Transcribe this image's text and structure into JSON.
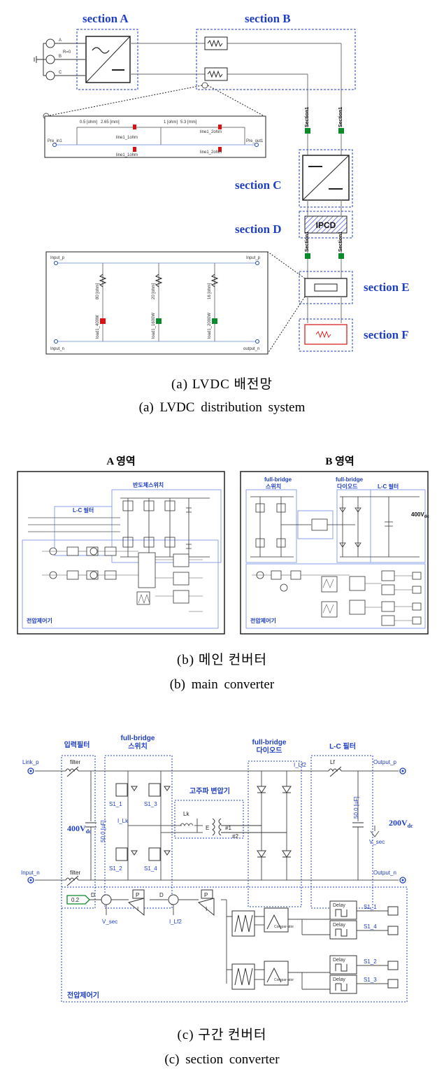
{
  "figure_a": {
    "sections": {
      "a": "section A",
      "b": "section B",
      "c": "section C",
      "d": "section D",
      "e": "section E",
      "f": "section F"
    },
    "phase_labels": [
      "A",
      "B",
      "C"
    ],
    "r0": "R=0",
    "ipcd": "IPCD",
    "section_tag": "Section1",
    "line_detail": {
      "params_1": "0.5 [ohm]",
      "params_2": "2.65 [mm]",
      "params_3": "1 [ohm]",
      "params_4": "5.3 [mm]",
      "tag_1": "line1_1ohm",
      "tag_2": "line1_2ohm",
      "tag_3": "line1_1ohm",
      "tag_4": "line1_2ohm",
      "port_in": "Pre_in1",
      "port_out": "Pre_out1"
    },
    "load_detail": {
      "input_p_left": "Input_p",
      "input_p_right": "Input_p",
      "input_n": "Input_n",
      "output_n": "output_n",
      "r1": "80 [ohm]",
      "r2": "20 [ohm]",
      "r3": "16 [ohm]",
      "l1": "load1_400W",
      "l2": "load1_1600W",
      "l3": "load1_2000W"
    },
    "caption_ko": "(a) LVDC 배전망",
    "caption_en": "(a) LVDC distribution system"
  },
  "figure_b": {
    "title_a": "A 영역",
    "title_b": "B 영역",
    "lc_filter": "L-C 필터",
    "semiconductor_switch": "반도체스위치",
    "voltage_controller": "전압제어기",
    "full_bridge_switch_1": "full-bridge",
    "full_bridge_switch_2": "스위치",
    "full_bridge_diode_1": "full-bridge",
    "full_bridge_diode_2": "다이오드",
    "voltage_b": "400V",
    "voltage_b_sub": "dc",
    "caption_ko": "(b) 메인 컨버터",
    "caption_en": "(b) main converter"
  },
  "figure_c": {
    "input_filter": "입력필터",
    "fb_switch_1": "full-bridge",
    "fb_switch_2": "스위치",
    "hf_transformer": "고주파 변압기",
    "fb_diode_1": "full-bridge",
    "fb_diode_2": "다이오드",
    "lc_filter": "L-C 필터",
    "link_p": "Link_p",
    "input_n": "Input_n",
    "output_p": "Output_p",
    "output_n": "Output_n",
    "filter_top": "filter",
    "filter_bot": "filter",
    "v400": "400V",
    "v400_sub": "dc",
    "v200": "200V",
    "v200_sub": "dc",
    "cap1": "50.0 [uF]",
    "cap2": "50.0 [uF]",
    "lk": "Lk",
    "lf": "Lf",
    "i_lk": "I_Lk",
    "i_lf2": "I_Lf2",
    "e": "E",
    "n1": "#1",
    "n2": "#2",
    "v_sec": "V_sec",
    "s1_1": "S1_1",
    "s1_2": "S1_2",
    "s1_3": "S1_3",
    "s1_4": "S1_4",
    "ref": "0.2",
    "v_sec_fb": "V_sec",
    "i_lf2_fb": "I_Lf2",
    "p": "P",
    "i": "I",
    "d": "D",
    "comparator": "Compar-ator",
    "delay": "Delay",
    "out_1": "S1_1",
    "out_2": "S1_4",
    "out_3": "S1_2",
    "out_4": "S1_3",
    "voltage_controller": "전압제어기",
    "caption_ko": "(c) 구간 컨버터",
    "caption_en": "(c) section converter"
  }
}
